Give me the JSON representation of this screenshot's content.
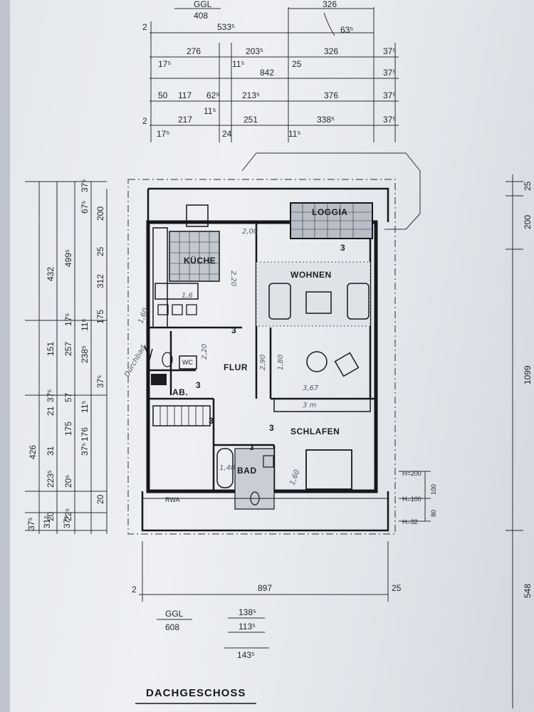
{
  "title": "DACHGESCHOSS",
  "rooms": {
    "loggia": "LOGGIA",
    "kueche": "KÜCHE",
    "wohnen": "WOHNEN",
    "flur": "FLUR",
    "schlafen": "SCHLAFEN",
    "bad": "BAD",
    "ab": "AB.",
    "wc": "WC",
    "rwa": "RWA"
  },
  "top_dims": {
    "row0_left_label": "GGL",
    "row0_left_value": "408",
    "row0_right_value": "326",
    "row1_start": "2",
    "row1_a": "533⁵",
    "row1_b": "63⁵",
    "row2": [
      "17⁵",
      "276",
      "203⁵",
      "11⁵",
      "25",
      "326",
      "37⁵"
    ],
    "row3": [
      "842",
      "37⁵"
    ],
    "row4": [
      "50",
      "117",
      "62⁵",
      "11⁵",
      "213⁵",
      "376",
      "37⁵"
    ],
    "row5": [
      "2",
      "17⁵",
      "217",
      "24",
      "251",
      "11⁵",
      "338⁵",
      "37⁵"
    ]
  },
  "left_dims": {
    "col_a": [
      "426",
      "37⁵",
      "31⁵",
      "37⁵"
    ],
    "col_b": [
      "432",
      "151",
      "37⁵",
      "21",
      "31",
      "223⁵",
      "20"
    ],
    "col_c": [
      "499⁵",
      "17⁵",
      "257",
      "57",
      "175",
      "20⁵",
      "22⁵"
    ],
    "col_d": [
      "67⁵",
      "37⁵",
      "11⁵",
      "238⁵",
      "176",
      "11⁵",
      "37⁵"
    ],
    "col_e": [
      "200",
      "25",
      "312",
      "175",
      "37⁵",
      "20"
    ]
  },
  "right_dims": [
    "25",
    "200",
    "1099",
    "548"
  ],
  "heights": [
    "H=200",
    "H=100",
    "H=32",
    "100",
    "80"
  ],
  "bottom_dims": {
    "start": "2",
    "total": "897",
    "end": "25",
    "ggl_label": "GGL",
    "ggl_value": "608",
    "a": "138⁵",
    "b": "113⁵",
    "c": "143⁵"
  },
  "stair_marks": [
    "3",
    "3",
    "3",
    "3",
    "3",
    "3"
  ],
  "handwritten": [
    "2,00",
    "2,20",
    "1,6",
    "1,80",
    "Durchbad",
    "3,67",
    "3 m",
    "1,60",
    "1,60",
    "1,40",
    "2,20",
    "2,90"
  ]
}
